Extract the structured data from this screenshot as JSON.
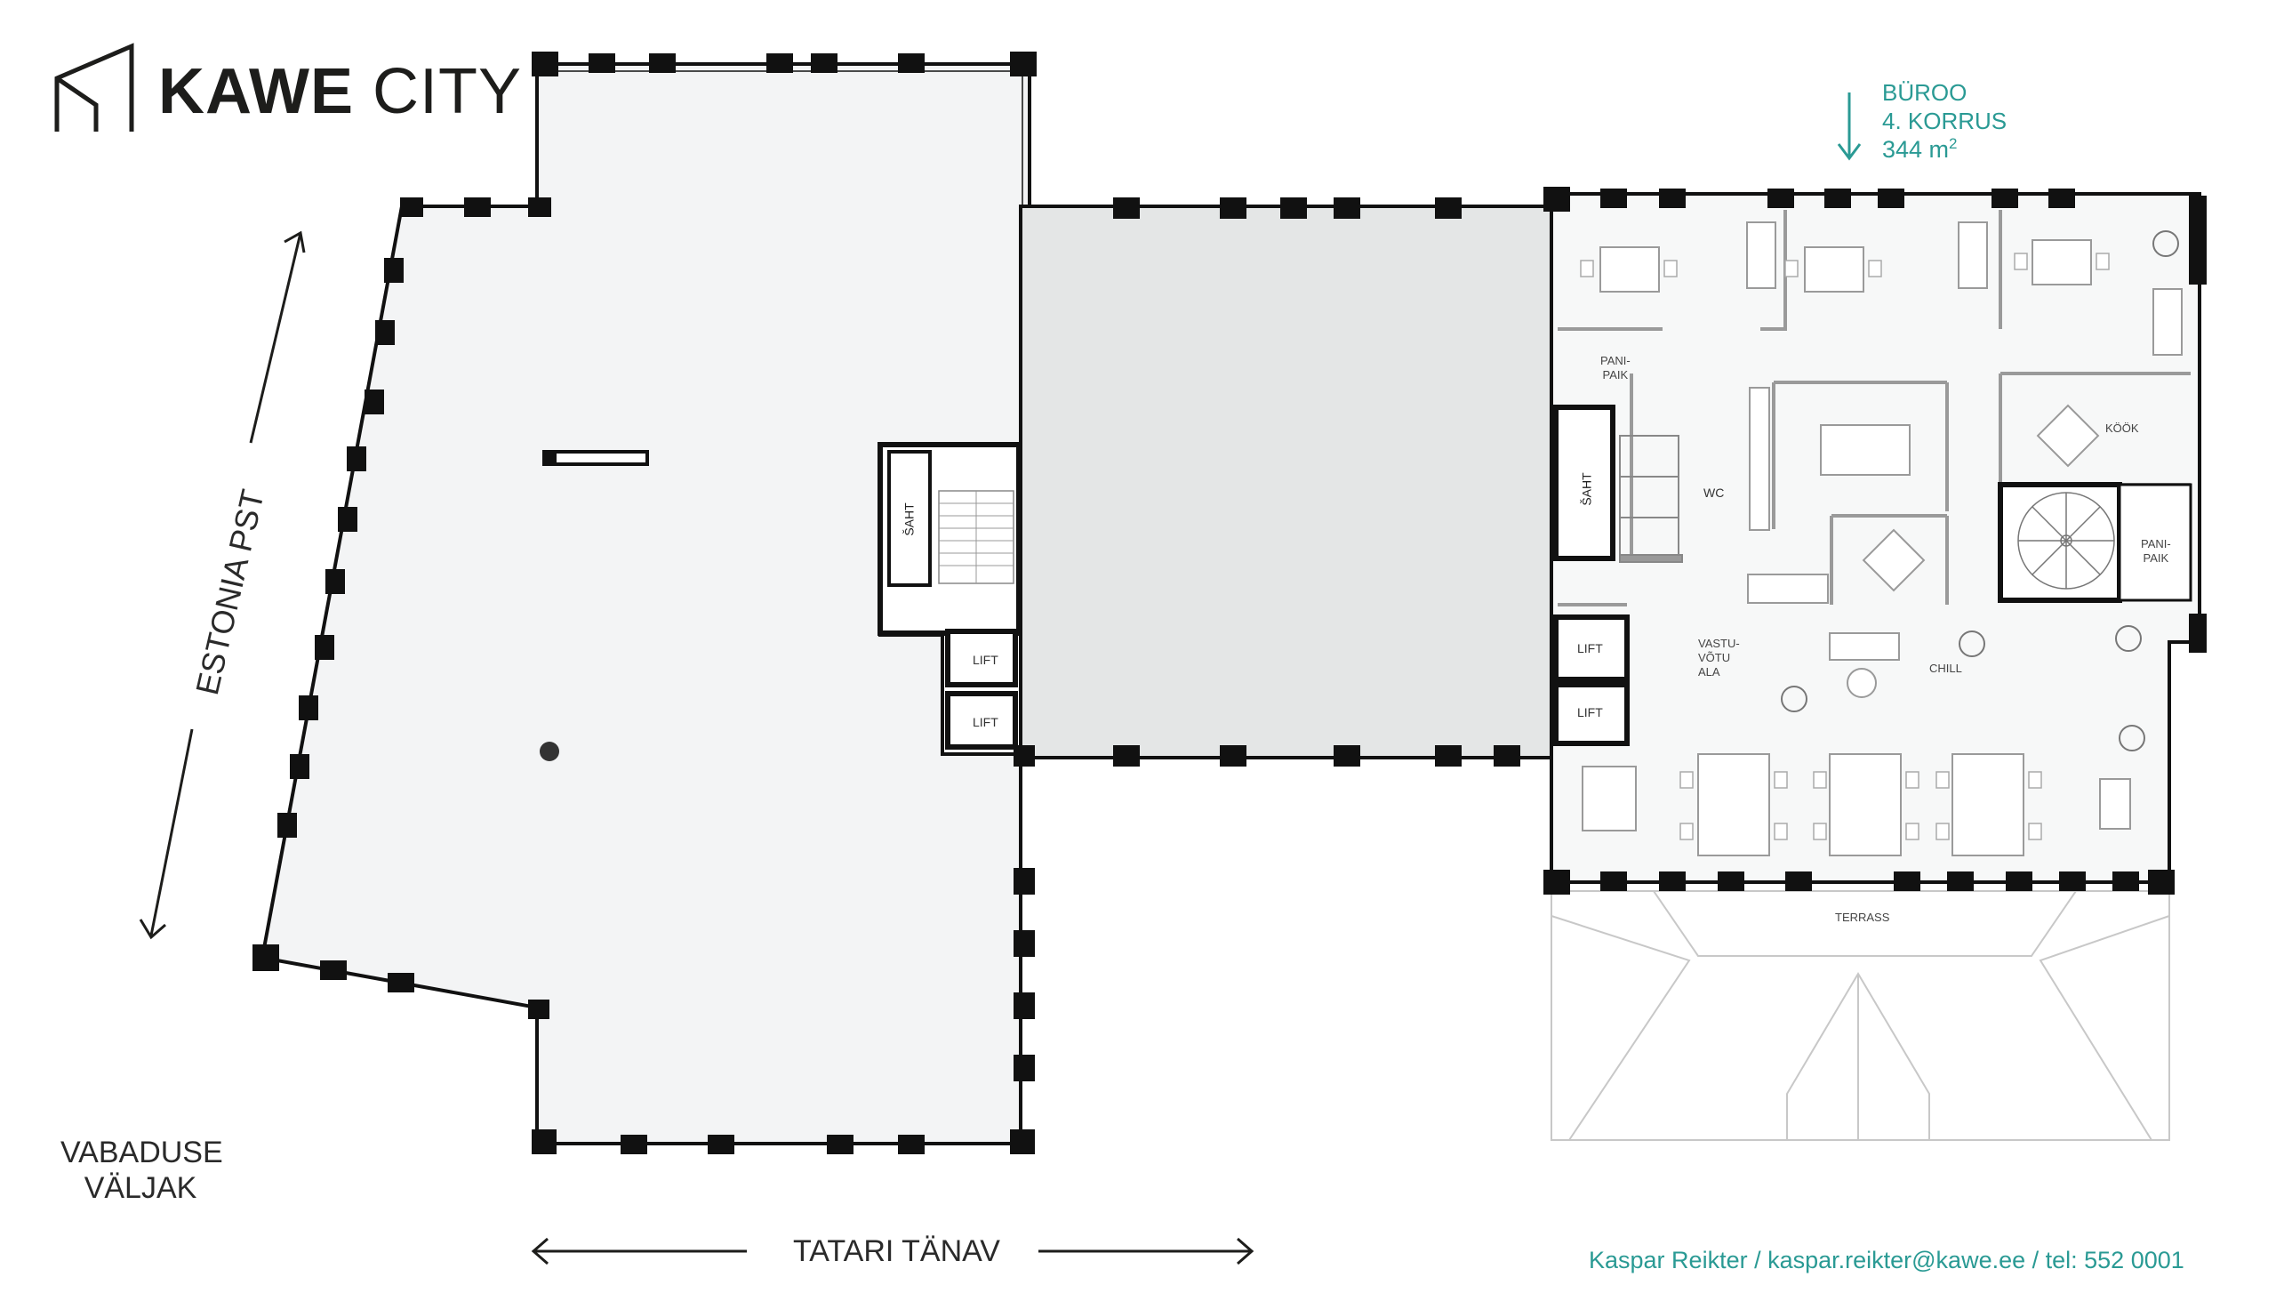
{
  "logo": {
    "bold": "KAWE",
    "light": "CITY",
    "icon": "house-outline-icon"
  },
  "streets": {
    "estonia": "ESTONIA PST",
    "vabaduse_line1": "VABADUSE",
    "vabaduse_line2": "VÄLJAK",
    "tatari": "TATARI TÄNAV"
  },
  "office": {
    "line1": "BÜROO",
    "line2": "4. KORRUS",
    "area_value": "344 m",
    "area_sup": "2",
    "arrow_icon": "arrow-down-icon"
  },
  "rooms": {
    "shaft_left": "ŠAHT",
    "shaft_right": "ŠAHT",
    "lift": "LIFT",
    "wc": "WC",
    "pani_top_1": "PANI-",
    "pani_top_2": "PAIK",
    "pani_right_1": "PANI-",
    "pani_right_2": "PAIK",
    "kook": "KÖÖK",
    "vastu_1": "VASTU-",
    "vastu_2": "VÕTU",
    "vastu_3": "ALA",
    "chill": "CHILL",
    "terrass": "TERRASS"
  },
  "contact": "Kaspar Reikter / kaspar.reikter@kawe.ee / tel: 552 0001",
  "colors": {
    "accent": "#2a9a94",
    "wall": "#111111",
    "floor_left": "#f3f4f5",
    "floor_middle": "#e4e6e6",
    "floor_office": "#f7f8f8"
  }
}
